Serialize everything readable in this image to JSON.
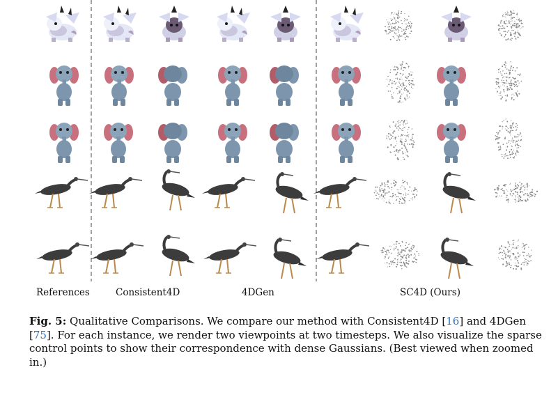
{
  "figure": {
    "rows": [
      "triceratops",
      "elephant",
      "elephant",
      "heron",
      "heron"
    ],
    "methods": [
      "reference",
      "consistent4d",
      "consistent4d",
      "4dgen",
      "4dgen",
      "sc4d",
      "sc4d-points",
      "sc4d",
      "sc4d-points"
    ]
  },
  "labels": {
    "references": "References",
    "consistent4d": "Consistent4D",
    "4dgen": "4DGen",
    "sc4d": "SC4D (Ours)"
  },
  "caption": {
    "fig_num": "Fig. 5:",
    "t1": " Qualitative Comparisons. We compare our method with Consistent4D [",
    "ref1": "16",
    "t2": "] and 4DGen [",
    "ref2": "75",
    "t3": "]. For each instance, we render two viewpoints at two timesteps. We also visualize the sparse control points to show their correspondence with dense Gaussians. (Best viewed when zoomed in.)"
  },
  "colors": {
    "link": "#2b6fb6",
    "triceratops_body": "#dfe3f3",
    "triceratops_shade": "#8e6e94",
    "elephant_body": "#7d96ad",
    "elephant_ear": "#c9707e",
    "heron_body": "#3c3c3c",
    "heron_legs": "#b9894b",
    "point_cloud": "#8a8a8a"
  }
}
